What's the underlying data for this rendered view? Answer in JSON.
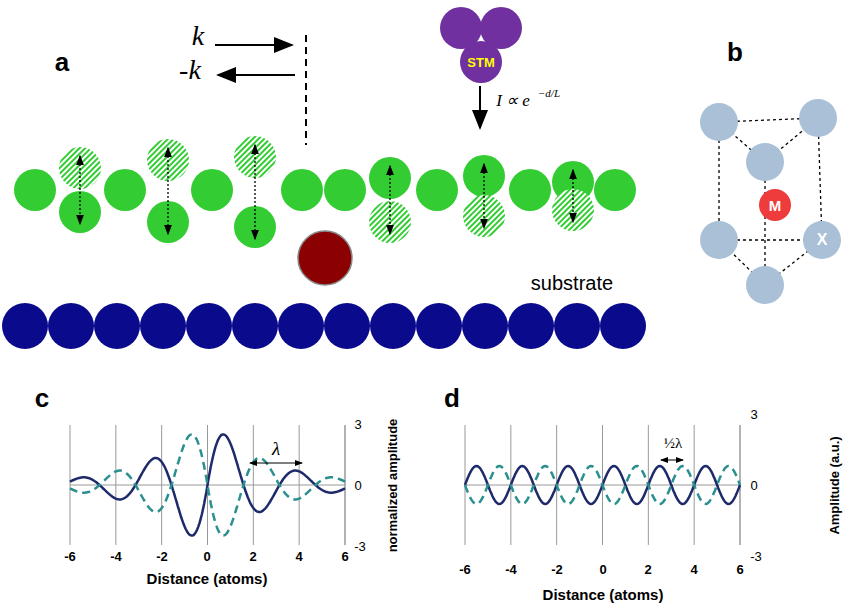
{
  "diagram": {
    "nodes": [
      {
        "text": [
          "STM"
        ]
      },
      {
        "text": [
          "M"
        ]
      },
      {
        "text": [
          "X"
        ]
      }
    ],
    "labels": [
      "a",
      "k",
      "-k",
      "I ∝ e",
      "−d/L",
      "substrate",
      "b",
      "c",
      "λ",
      "3",
      "0",
      "-3",
      "normalized amplitude",
      "-6",
      "-4",
      "-2",
      "0",
      "2",
      "4",
      "6",
      "Distance (atoms)",
      "d",
      "½λ",
      "3",
      "0",
      "-3",
      "Amplitude (a.u.)",
      "-6",
      "-4",
      "-2",
      "0",
      "2",
      "4",
      "6",
      "Distance (atoms)"
    ]
  }
}
